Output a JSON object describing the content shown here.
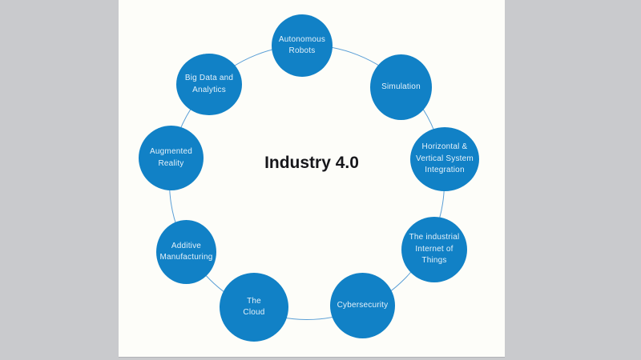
{
  "title": "Industry 4.0",
  "diagram": {
    "nodes": [
      {
        "label": "Autonomous\nRobots"
      },
      {
        "label": "Simulation"
      },
      {
        "label": "Horizontal &\nVertical System\nIntegration"
      },
      {
        "label": "The industrial\nInternet of\nThings"
      },
      {
        "label": "Cybersecurity"
      },
      {
        "label": "The\nCloud"
      },
      {
        "label": "Additive\nManufacturing"
      },
      {
        "label": "Augmented\nReality"
      },
      {
        "label": "Big Data and\nAnalytics"
      }
    ],
    "colors": {
      "node_fill": "#1181c6",
      "node_text": "#e4f1fa",
      "connector": "#5b9fd6",
      "title_text": "#17171b",
      "panel_bg": "#fdfdf9",
      "page_bg": "#c9cacd"
    }
  }
}
